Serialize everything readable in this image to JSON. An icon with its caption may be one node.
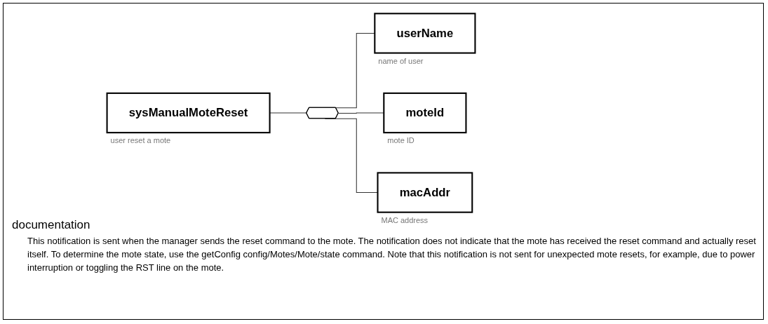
{
  "diagram": {
    "nodes": [
      {
        "text": [
          "sysManualMoteReset"
        ],
        "beside": [
          "user reset a mote"
        ]
      },
      {
        "text": [],
        "shape": "hexagon"
      },
      {
        "text": [
          "userName"
        ],
        "beside": [
          "name of user"
        ]
      },
      {
        "text": [
          "moteId"
        ],
        "beside": [
          "mote ID"
        ]
      },
      {
        "text": [
          "macAddr"
        ],
        "beside": [
          "MAC address"
        ]
      }
    ],
    "edges": [
      {
        "from": 0,
        "to": 1,
        "arrow": "none"
      },
      {
        "from": 1,
        "to": 2,
        "arrow": "none"
      },
      {
        "from": 1,
        "to": 3,
        "arrow": "none"
      },
      {
        "from": 1,
        "to": 4,
        "arrow": "none"
      }
    ],
    "labels": [
      "documentation",
      "This notification is sent when the manager sends the reset command to the mote. The notification does not indicate that the mote has received the reset command and actually reset itself. To determine the mote state, use the getConfig config/Motes/Mote/state command. Note that this notification is not sent for unexpected mote resets, for example, due to power interruption or toggling the RST line on the mote."
    ]
  }
}
